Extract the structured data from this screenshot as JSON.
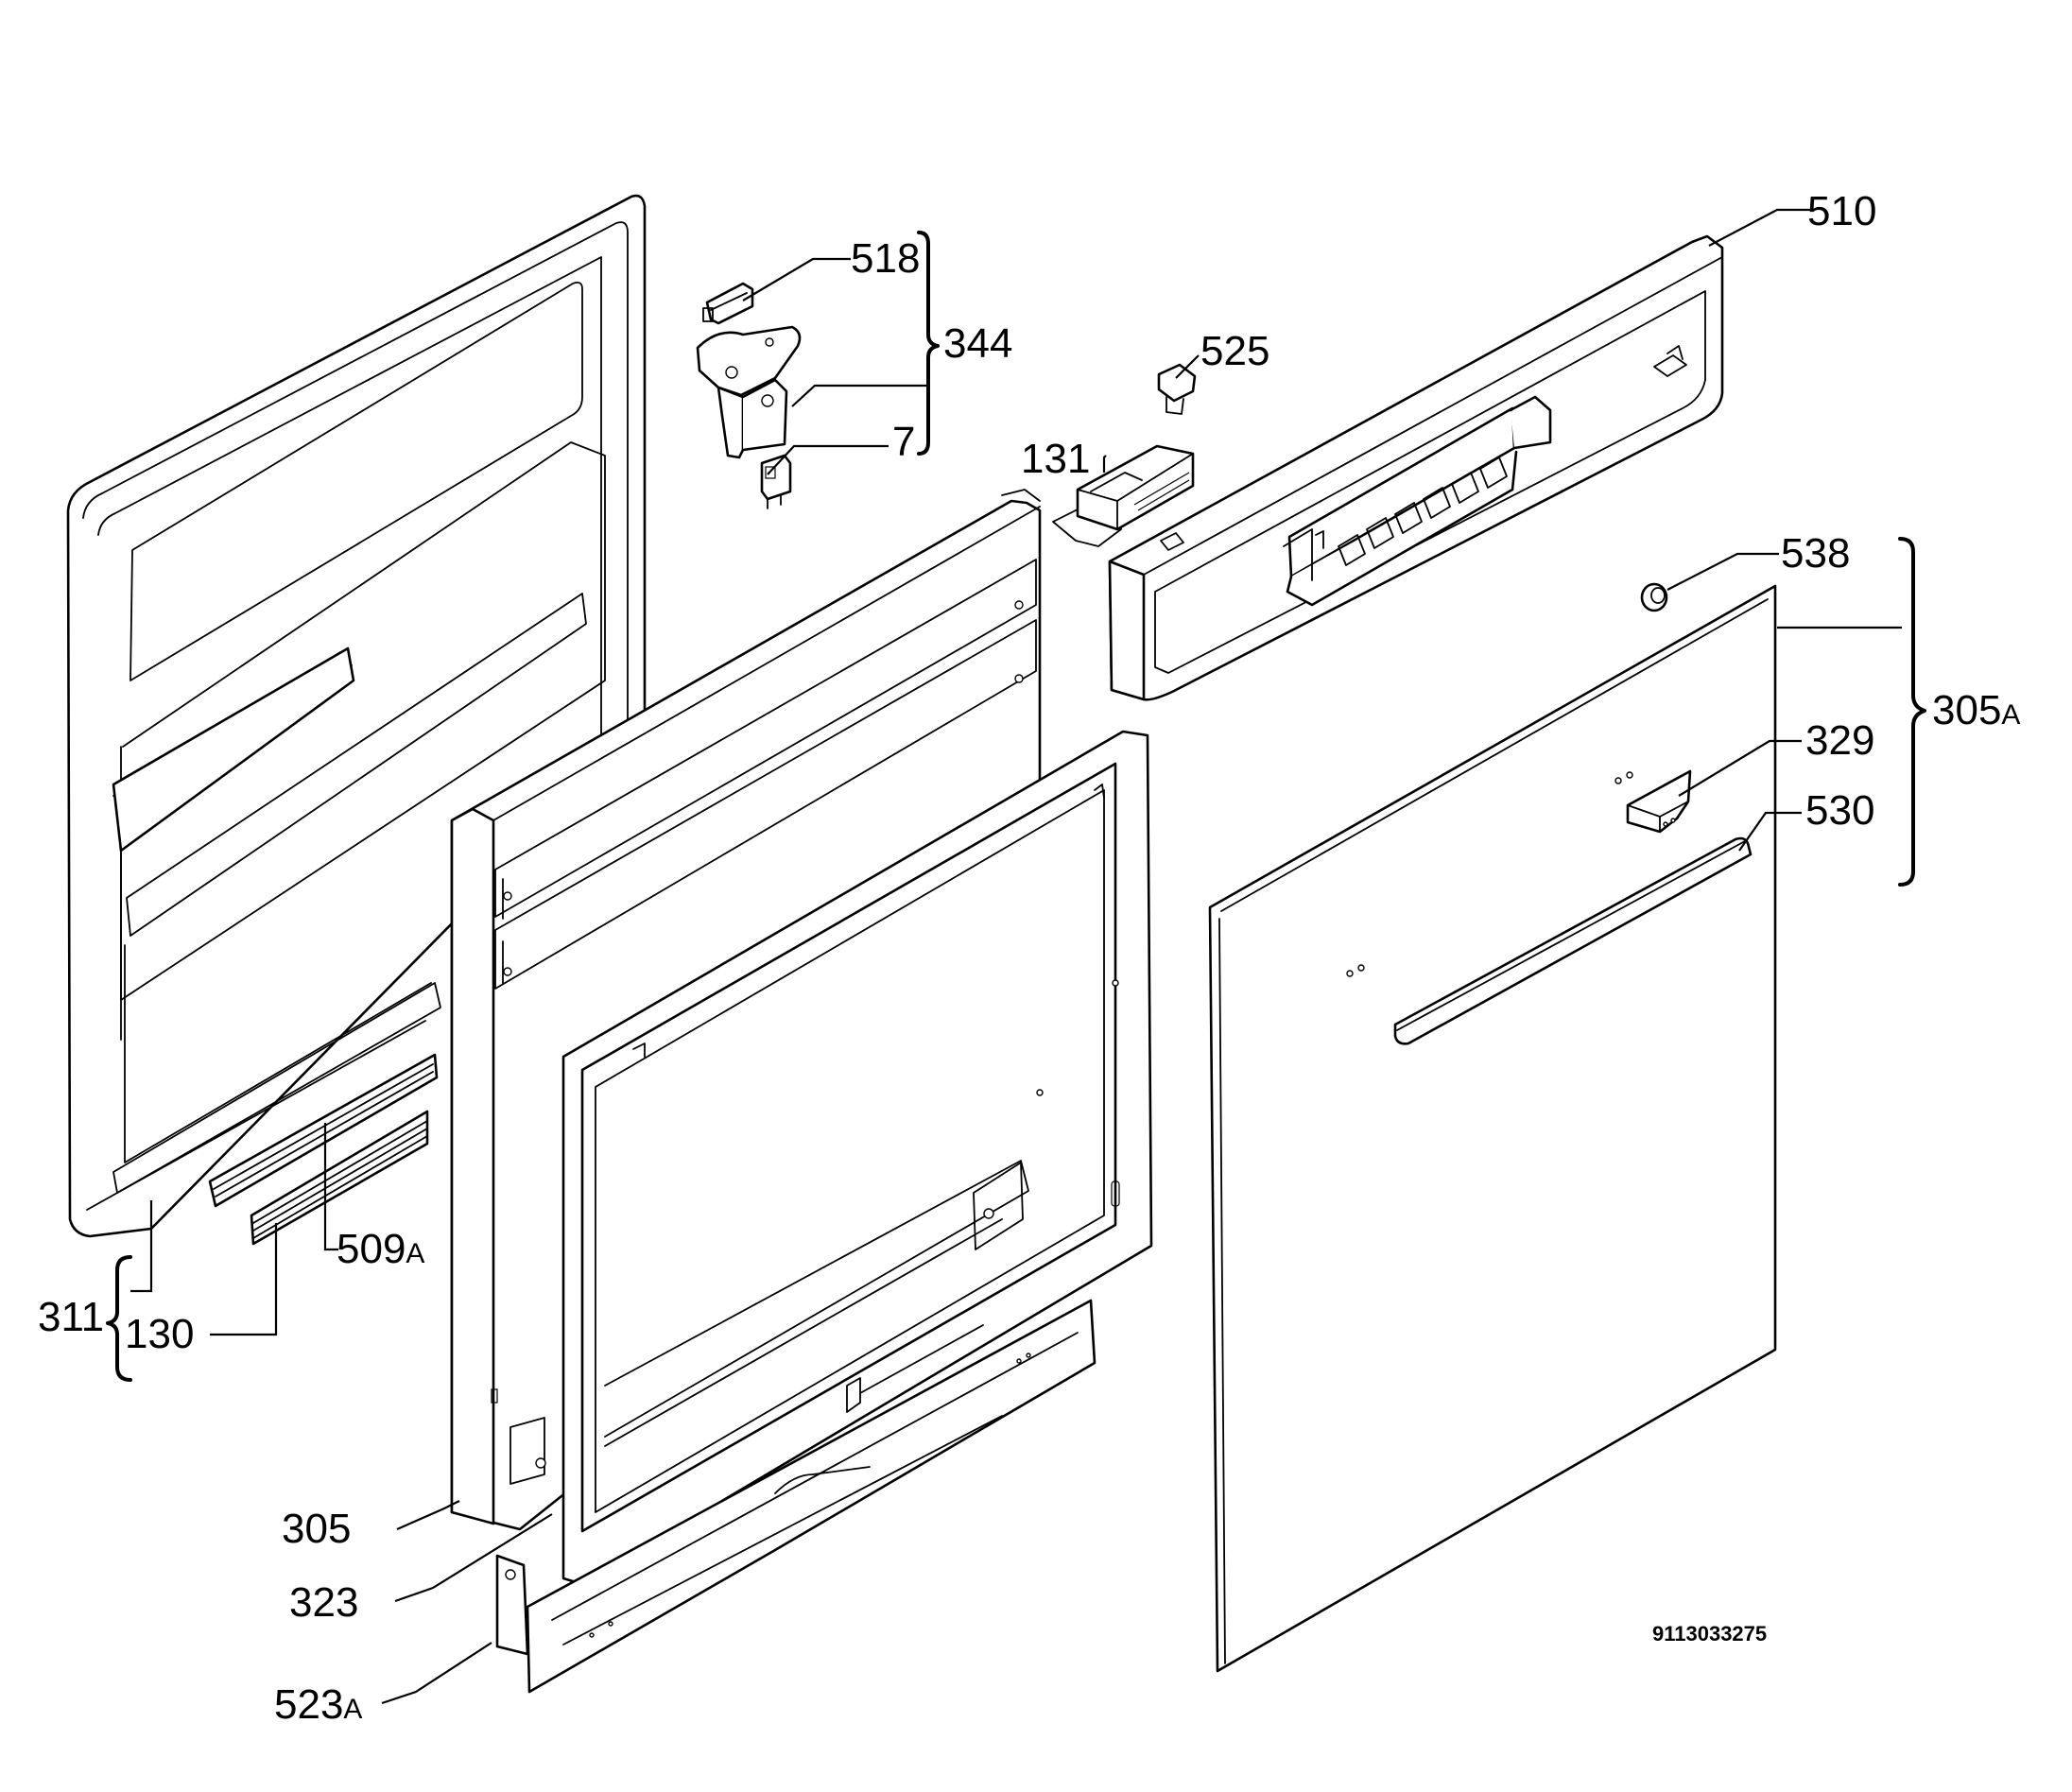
{
  "labels": {
    "p510": "510",
    "p518": "518",
    "p344": "344",
    "p525": "525",
    "p7": "7",
    "p131": "131",
    "p538": "538",
    "p305A": "305",
    "p305A_suffix": "A",
    "p329": "329",
    "p530": "530",
    "p509A": "509",
    "p509A_suffix": "A",
    "p311": "311",
    "p130": "130",
    "p305": "305",
    "p323": "323",
    "p523A": "523",
    "p523A_suffix": "A"
  },
  "drawing_code": "9113033275"
}
